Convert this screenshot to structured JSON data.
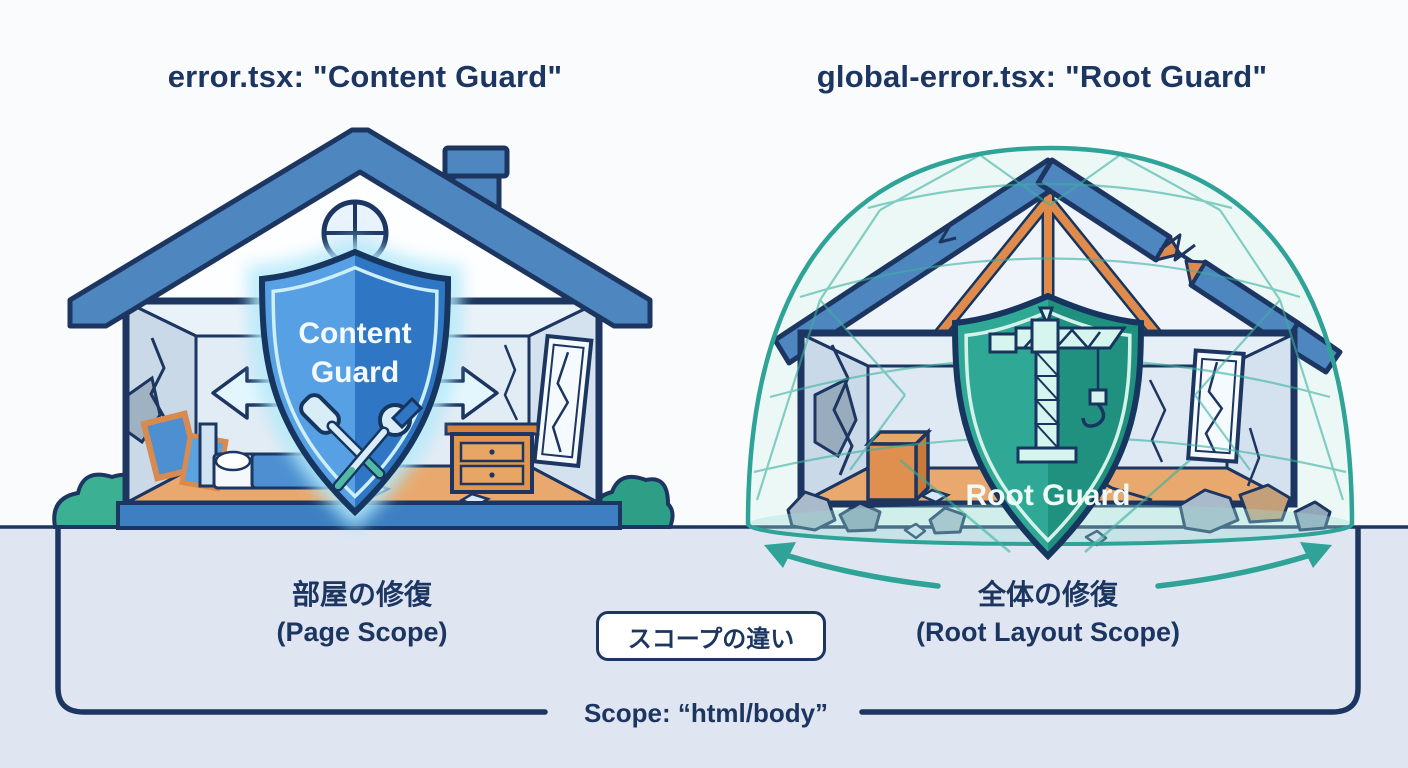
{
  "titles": {
    "left": "error.tsx: \"Content Guard\"",
    "right": "global-error.tsx: \"Root Guard\""
  },
  "left_panel": {
    "shield_line1": "Content",
    "shield_line2": "Guard",
    "caption_jp": "部屋の修復",
    "caption_scope": "(Page Scope)",
    "shield_icon": "wrench-screwdriver"
  },
  "right_panel": {
    "shield_label": "Root Guard",
    "caption_jp": "全体の修復",
    "caption_scope": "(Root Layout Scope)",
    "shield_icon": "tower-crane"
  },
  "center_note": "スコープの違い",
  "bottom_scope": "Scope: “html/body”",
  "colors": {
    "navy": "#1C3661",
    "blue": "#4E86C0",
    "blue_shield_light": "#58A0E4",
    "blue_shield_dark": "#2F76C4",
    "teal": "#2FA398",
    "teal_shield_light": "#2FA995",
    "teal_shield_dark": "#21917F",
    "orange": "#E0904F",
    "glow": "#9FE2F8",
    "sky_bg": "#FAFBFC",
    "ground_bg": "#DFE6F1",
    "floor": "#E9A96E"
  }
}
